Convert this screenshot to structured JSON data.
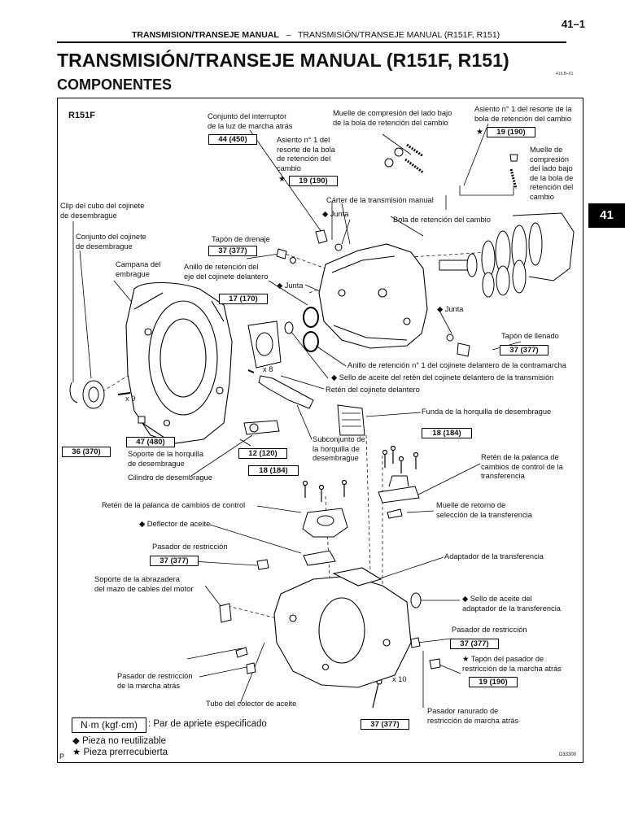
{
  "header": {
    "left": "TRANSMISION/TRANSEJE MANUAL",
    "sep": "–",
    "right": "TRANSMISIÓN/TRANSEJE MANUAL (R151F, R151)",
    "page": "41–1"
  },
  "title": "TRANSMISIÓN/TRANSEJE MANUAL (R151F, R151)",
  "subtitle": "COMPONENTES",
  "ref_code": "41ILB–01",
  "section_tab": "41",
  "figure": {
    "model": "R151F",
    "figure_id": "D33300",
    "corner_letter": "P",
    "labels": {
      "switch": "Conjunto del interruptor\nde la luz de marcha atrás",
      "spring_low": "Muelle de compresión del lado bajo\nde la bola de retención del cambio",
      "seat1_right": "Asiento n° 1 del resorte de la\nbola de retención del cambio",
      "seat1_mid": "Asiento n° 1 del\nresorte de la bola\nde retención del\ncambio",
      "spring_right": "Muelle de\ncompresión\ndel lado bajo\nde la bola de\nretención del\ncambio",
      "clip": "Clip del cubo del cojinete\nde desembrague",
      "case": "Cárter de la transmisión manual",
      "junta1": "◆ Junta",
      "ball": "Bola de retención del cambio",
      "bearing": "Conjunto del cojinete\nde desembrague",
      "drain": "Tapón de drenaje",
      "bell": "Campana del\nembrague",
      "snap_ring": "Anillo de retención del\neje del cojinete delantero",
      "junta2": "◆ Junta",
      "junta3": "◆ Junta",
      "filler": "Tapón de llenado",
      "snap_counter": "Anillo de retención n° 1 del cojinete delantero de la contramarcha",
      "oil_seal_front": "◆ Sello de aceite del retén del cojinete delantero de la transmisión",
      "retainer": "Retén del cojinete delantero",
      "x8": "x 8",
      "x9": "x 9",
      "boot": "Funda de la horquilla de desembrague",
      "fork_support": "Soporte de la horquilla\nde desembrague",
      "sub_fork": "Subconjunto de\nla horquilla de\ndesembrague",
      "cylinder": "Cilindro de desembrague",
      "lever_retainer_tf": "Retén de la palanca de\ncambios de control de la\ntransferencia",
      "lever_retainer": "Retén de la palanca de cambios de control",
      "return_spring": "Muelle de retorno de\nselección de la transferencia",
      "deflector": "◆ Deflector de aceite",
      "pin": "Pasador de restricción",
      "adapter": "Adaptador de la transferencia",
      "clamp": "Soporte de la abrazadera\ndel mazo de cables del motor",
      "seal_adapter": "◆ Sello de aceite del\nadaptador de la transferencia",
      "pin2": "Pasador de restricción",
      "plug_rev": "★ Tapón del pasador de\nrestricción de la marcha atrás",
      "pin_rev": "Pasador de restricción\nde la marcha atrás",
      "x10": "x 10",
      "tube": "Tubo del colector de aceite",
      "slotted": "Pasador ranurado de\nrestricción de marcha atrás"
    },
    "torques": {
      "t_switch": "44 (450)",
      "t_seat_right": "19 (190)",
      "t_seat_mid": "19 (190)",
      "t_drain": "37 (377)",
      "t_snap": "17 (170)",
      "t_filler": "37 (377)",
      "t_boot": "18 (184)",
      "t_36": "36 (370)",
      "t_47": "47 (480)",
      "t_12": "12 (120)",
      "t_18b": "18 (184)",
      "t_pin": "37 (377)",
      "t_pin2": "37 (377)",
      "t_plug": "19 (190)",
      "t_bolt": "37 (377)"
    },
    "legend": {
      "unit": "N·m (kgf·cm)",
      "unit_desc": ": Par de apriete especificado",
      "diamond": "◆ Pieza no reutilizable",
      "star": "★ Pieza prerrecubierta"
    }
  }
}
